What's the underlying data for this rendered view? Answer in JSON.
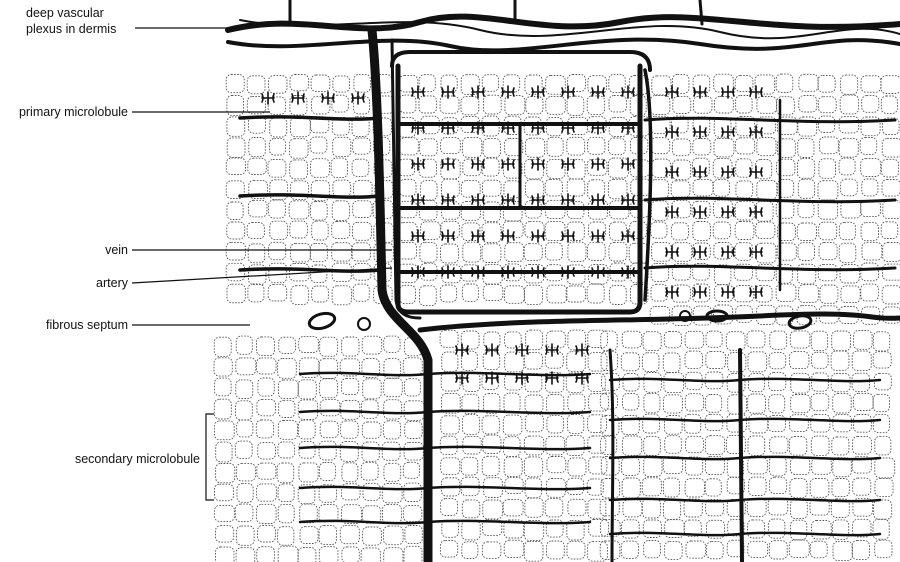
{
  "labels": {
    "deep_plexus_line1": "deep vascular",
    "deep_plexus_line2": "plexus in dermis",
    "primary_microlobule": "primary microlobule",
    "vein": "vein",
    "artery": "artery",
    "fibrous_septum": "fibrous septum",
    "secondary_microlobule": "secondary microlobule"
  },
  "colors": {
    "ink": "#111111",
    "paper": "#ffffff",
    "cell_outline": "#555555"
  }
}
